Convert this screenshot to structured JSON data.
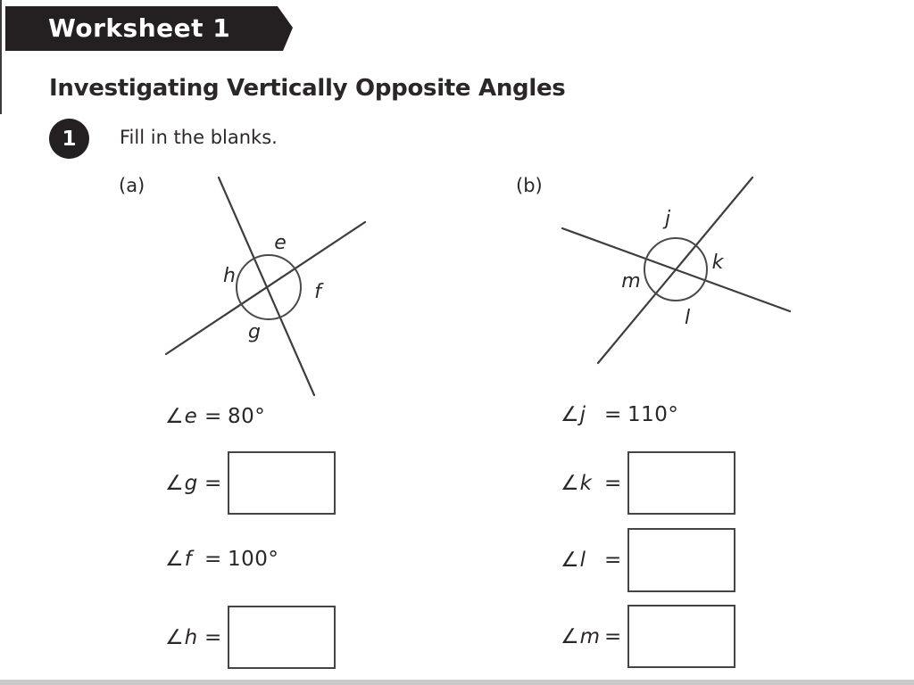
{
  "banner": {
    "title": "Worksheet 1"
  },
  "heading": "Investigating Vertically Opposite Angles",
  "question": {
    "number": "1",
    "instruction": "Fill in the blanks."
  },
  "parts": [
    {
      "label": "(a)",
      "diagram": {
        "top": "e",
        "left": "h",
        "right": "f",
        "bottom": "g"
      },
      "answers": [
        {
          "symbol": "∠",
          "letter": "e",
          "eq": "=",
          "value": "80°"
        },
        {
          "symbol": "∠",
          "letter": "g",
          "eq": "=",
          "value": ""
        },
        {
          "symbol": "∠",
          "letter": "f",
          "eq": "=",
          "value": "100°"
        },
        {
          "symbol": "∠",
          "letter": "h",
          "eq": "=",
          "value": ""
        }
      ]
    },
    {
      "label": "(b)",
      "diagram": {
        "top": "j",
        "left": "m",
        "right": "k",
        "bottom": "l"
      },
      "answers": [
        {
          "symbol": "∠",
          "letter": "j",
          "eq": "=",
          "value": "110°"
        },
        {
          "symbol": "∠",
          "letter": "k",
          "eq": "=",
          "value": ""
        },
        {
          "symbol": "∠",
          "letter": "l",
          "eq": "=",
          "value": ""
        },
        {
          "symbol": "∠",
          "letter": "m",
          "eq": "=",
          "value": ""
        }
      ]
    }
  ]
}
